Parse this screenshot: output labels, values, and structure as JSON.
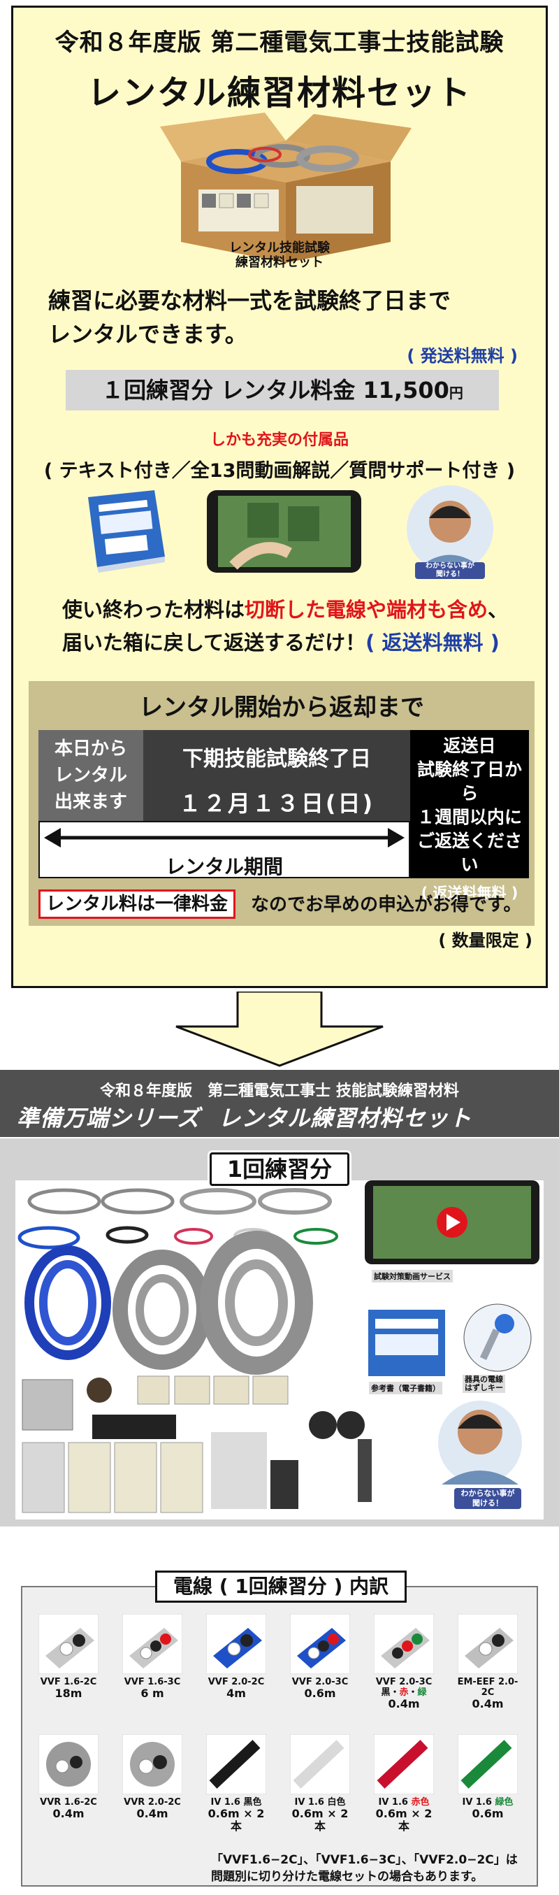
{
  "hero": {
    "line1": "令和８年度版 第二種電気工事士技能試験",
    "line2": "レンタル練習材料セット",
    "box_caption": [
      "レンタル技能試験",
      "練習材料セット"
    ],
    "lead": [
      "練習に必要な材料一式を試験終了日まで",
      "レンタルできます。"
    ],
    "free_shipping": "( 発送料無料 )",
    "price_label": "１回練習分 レンタル料金 11,500",
    "price_unit": "円",
    "bonus_red": "しかも充実の付属品",
    "bonus_line": "( テキスト付き／全13問動画解説／質問サポート付き )",
    "speech_tag": [
      "わからない事が",
      "聞ける！"
    ],
    "return_a": "使い終わった材料は",
    "return_red": "切断した電線や端材も含め",
    "return_c": "、",
    "return_line2": "届いた箱に戻して返送するだけ！",
    "return_free": "( 返送料無料 )",
    "limited": "( 数量限定 )"
  },
  "period": {
    "title": "レンタル開始から返却まで",
    "start": [
      "本日から",
      "レンタル",
      "出来ます"
    ],
    "end_title": "下期技能試験終了日",
    "end_date": "１２月１３日(日)",
    "return": [
      "返送日",
      "試験終了日から",
      "１週間以内に",
      "ご返送ください"
    ],
    "return_free": "( 返送料無料 )",
    "bar_label": "レンタル期間",
    "note_box": "レンタル料は一律料金",
    "note_rest": "なのでお早めの申込がお得です。"
  },
  "banner": {
    "line1": "令和８年度版　第二種電気工事士 技能試験練習材料",
    "series": "準備万端シリーズ",
    "title": "レンタル練習材料セット"
  },
  "kit": {
    "tag": "1回練習分",
    "video_label": "試験対策動画サービス",
    "book_label": "参考書（電子書籍）",
    "key_label": [
      "器具の電線",
      "はずしキー"
    ],
    "speech_tag": [
      "わからない事が",
      "聞ける！"
    ]
  },
  "wires": {
    "title": "電線 ( 1回練習分 ) 内訳",
    "items": [
      {
        "name": "VVF 1.6-2C",
        "len": "18m"
      },
      {
        "name": "VVF 1.6-3C",
        "len": "6 m"
      },
      {
        "name": "VVF 2.0-2C",
        "len": "4m"
      },
      {
        "name": "VVF 2.0-3C",
        "len": "0.6m"
      },
      {
        "name": "VVF 2.0-3C",
        "len": "0.4m"
      },
      {
        "name": "EM-EEF 2.0-2C",
        "len": "0.4m"
      },
      {
        "name": "VVR 1.6-2C",
        "len": "0.4m"
      },
      {
        "name": "VVR 2.0-2C",
        "len": "0.4m"
      },
      {
        "name": "IV 1.6 黒色",
        "len": "0.6m × 2 本"
      },
      {
        "name": "IV 1.6 白色",
        "len": "0.6m × 2 本"
      },
      {
        "name": "IV 1.6",
        "len": "0.6m × 2 本"
      },
      {
        "name": "IV 1.6",
        "len": "0.6m"
      }
    ],
    "colors_extra": {
      "black": "黒・",
      "red": "赤",
      "dot": "・",
      "white": "緑"
    },
    "iv_red_word": "赤色",
    "iv_green_word": "緑色",
    "footnote": [
      "「VVF1.6−2C」、「VVF1.6−3C」、「VVF2.0−2C」は",
      "問題別に切り分けた電線セットの場合もあります。"
    ]
  },
  "colors": {
    "accent_red": "#e0151b",
    "accent_blue": "#1f3fa8",
    "hero_bg": "#fffbc8",
    "banner_bg": "#505050"
  },
  "icons": [
    "cardboard-box-image",
    "textbook-icon",
    "video-phone-icon",
    "support-person-icon",
    "down-arrow-icon",
    "play-icon",
    "key-icon"
  ]
}
